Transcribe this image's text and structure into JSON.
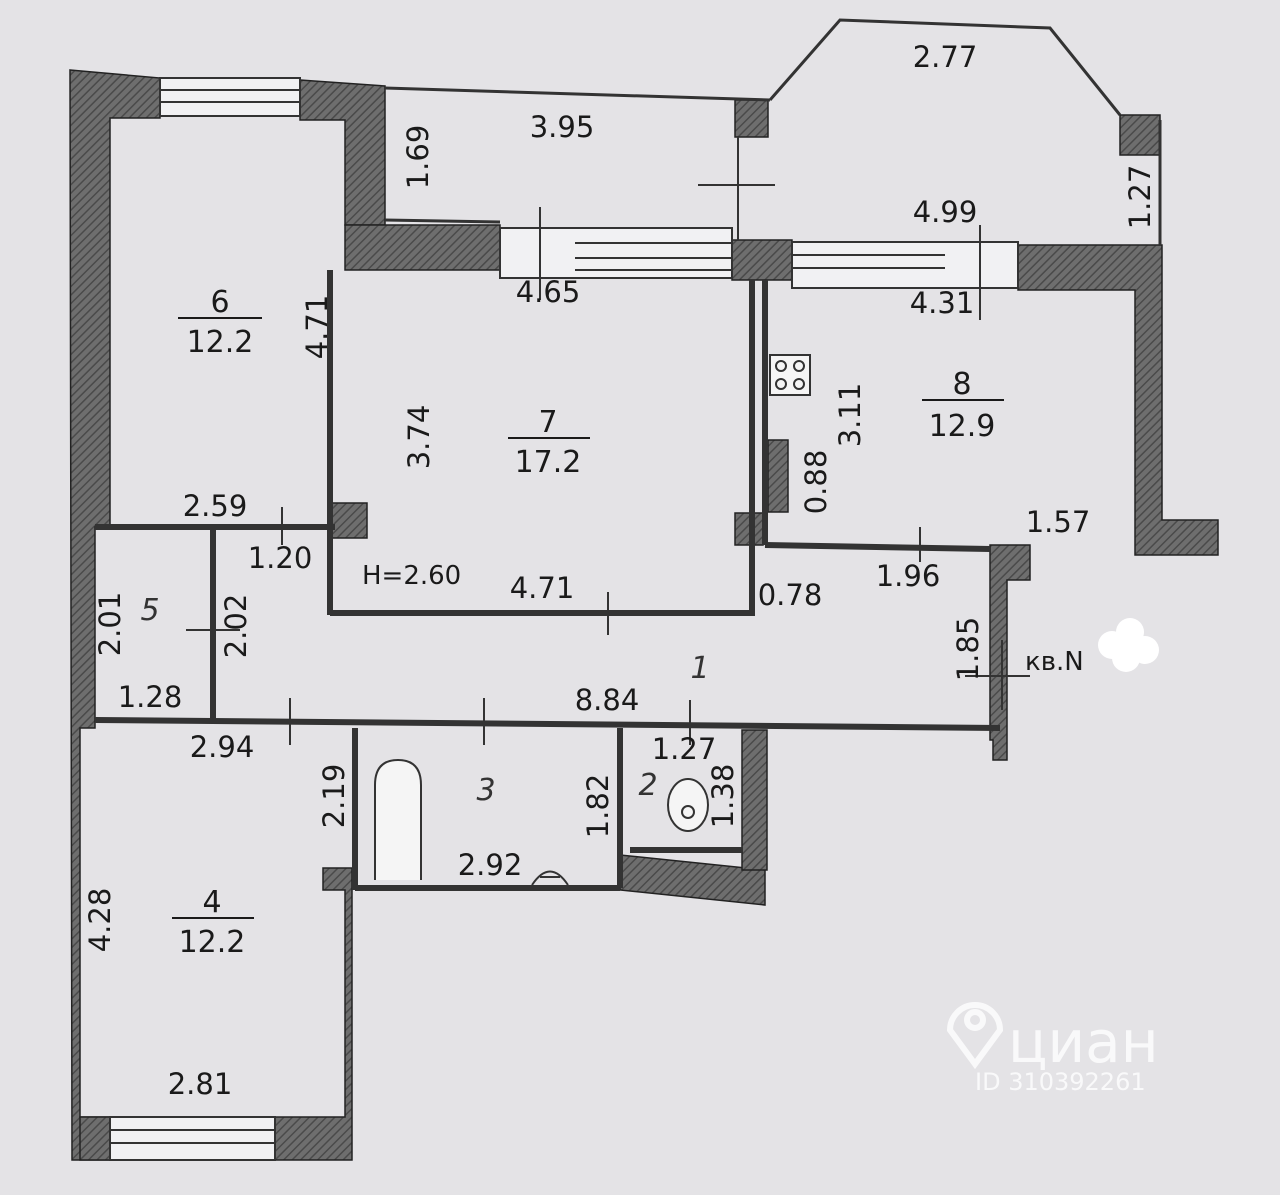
{
  "ceiling_height": "H=2.60",
  "apartment_label": "кв.N",
  "watermark": {
    "brand": "циан",
    "id": "ID 310392261"
  },
  "rooms": {
    "r1": {
      "num": "1"
    },
    "r2": {
      "num": "2"
    },
    "r3": {
      "num": "3"
    },
    "r4": {
      "num": "4",
      "area": "12.2"
    },
    "r5": {
      "num": "5"
    },
    "r6": {
      "num": "6",
      "area": "12.2"
    },
    "r7": {
      "num": "7",
      "area": "17.2"
    },
    "r8": {
      "num": "8",
      "area": "12.9"
    }
  },
  "dimensions": {
    "bay_top": "2.77",
    "balcony_left_width": "3.95",
    "balcony_left_depth": "1.69",
    "bay_depth": "1.27",
    "balcony_right_width": "4.99",
    "room7_top": "4.65",
    "room8_top": "4.31",
    "room6_height": "4.71",
    "room7_height": "3.74",
    "room8_height": "3.11",
    "kitchen_niche": "0.88",
    "room6_width": "2.59",
    "closet_door": "1.20",
    "room7_bottom": "4.71",
    "passage": "0.78",
    "room8_bottom_right": "1.57",
    "hall_width": "1.96",
    "entrance": "1.85",
    "closet_height_left": "2.01",
    "closet_height_right": "2.02",
    "closet_width": "1.28",
    "corridor_length": "8.84",
    "room4_top": "2.94",
    "room4_door": "2.19",
    "bath_height": "1.82",
    "wc_width": "1.27",
    "wc_height": "1.38",
    "bath_width": "2.92",
    "room4_height": "4.28",
    "room4_bottom": "2.81"
  }
}
